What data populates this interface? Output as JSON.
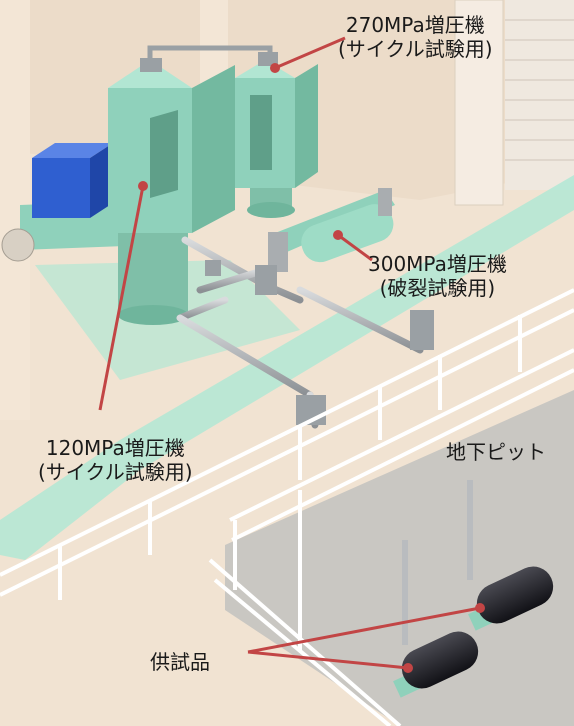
{
  "labels": {
    "booster_270": {
      "name": "270MPa増圧機",
      "note": "(サイクル試験用)"
    },
    "booster_300": {
      "name": "300MPa増圧機",
      "note": "(破裂試験用)"
    },
    "booster_120": {
      "name": "120MPa増圧機",
      "note": "(サイクル試験用)"
    },
    "underground_pit": {
      "name": "地下ピット"
    },
    "test_specimen": {
      "name": "供試品"
    }
  },
  "colors": {
    "floor": "#f1e3d2",
    "wall": "#e9d8c4",
    "equipment": "#8fd1bb",
    "equipment_dark": "#6fb59c",
    "floor_stripe": "#a8e8d4",
    "railing": "#ffffff",
    "pit": "#c9c7c2",
    "tank_blue": "#2f5fd0",
    "specimen": "#1e1e24",
    "leader_line": "#c24545"
  }
}
